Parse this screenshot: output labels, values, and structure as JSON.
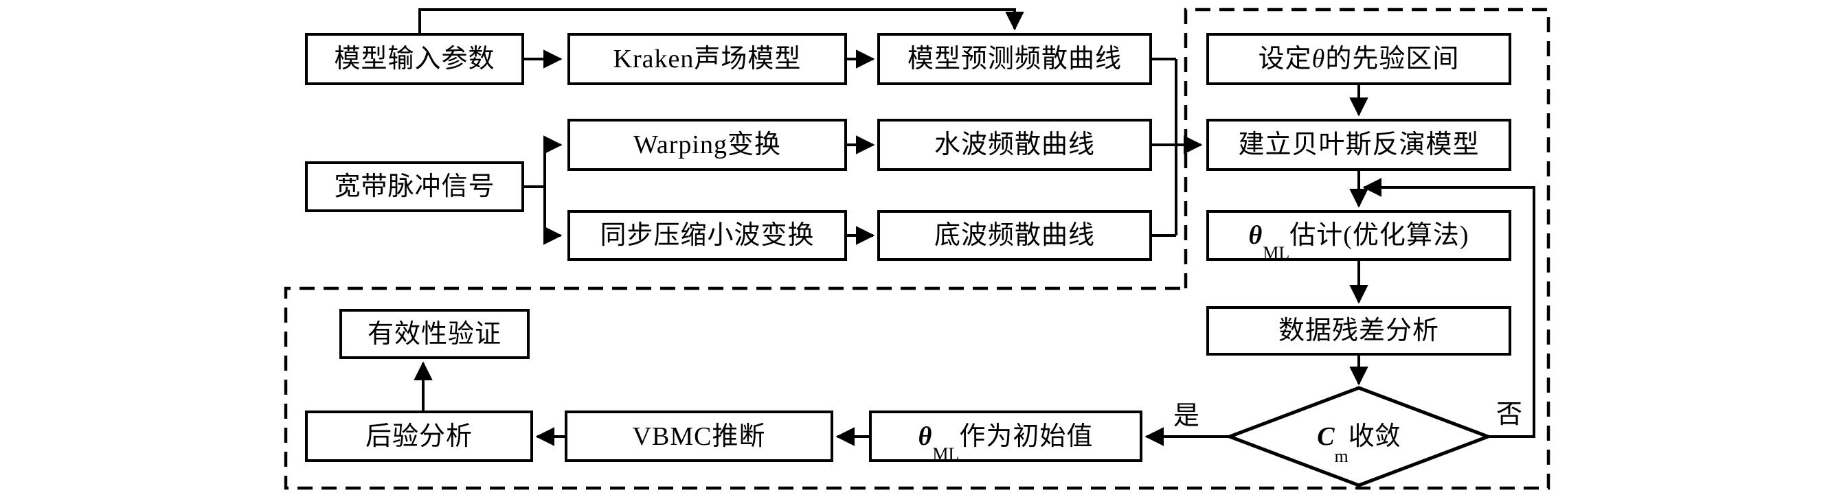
{
  "diagram": {
    "background": "#ffffff",
    "line_color": "#000000"
  },
  "nodes": {
    "model_input": {
      "label": "模型输入参数"
    },
    "kraken": {
      "label": "Kraken声场模型"
    },
    "model_pred": {
      "label": "模型预测频散曲线"
    },
    "broadband": {
      "label": "宽带脉冲信号"
    },
    "warping": {
      "label": "Warping变换"
    },
    "water_disp": {
      "label": "水波频散曲线"
    },
    "sswt": {
      "label": "同步压缩小波变换"
    },
    "bottom_disp": {
      "label": "底波频散曲线"
    },
    "prior": {
      "pre": "设定",
      "var": "θ",
      "post": "的先验区间"
    },
    "bayes": {
      "label": "建立贝叶斯反演模型"
    },
    "theta_ml_est": {
      "var": "θ",
      "sub": "ML",
      "post": "估计(优化算法)"
    },
    "residual": {
      "label": "数据残差分析"
    },
    "converge": {
      "var": "C",
      "sub": "m",
      "post": "收敛"
    },
    "theta_init": {
      "var": "θ",
      "sub": "ML",
      "post": "作为初始值"
    },
    "vbmc": {
      "label": "VBMC推断"
    },
    "posterior": {
      "label": "后验分析"
    },
    "validity": {
      "label": "有效性验证"
    }
  },
  "edge_labels": {
    "yes": "是",
    "no": "否"
  }
}
